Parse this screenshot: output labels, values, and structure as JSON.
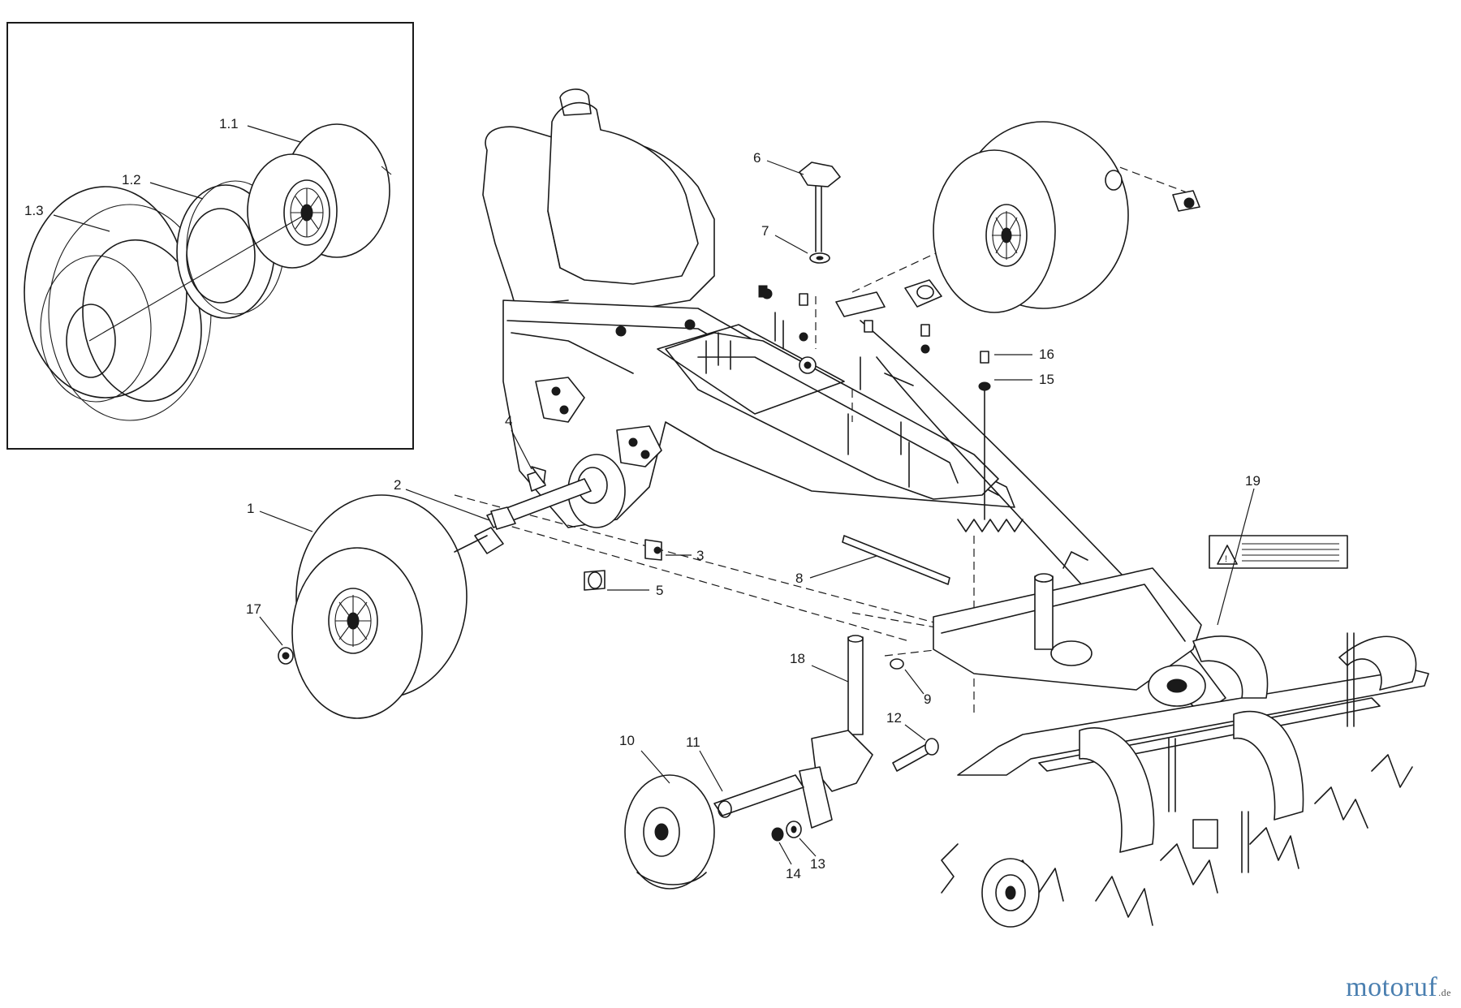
{
  "diagram": {
    "callouts": [
      {
        "id": "c1_1",
        "text": "1.1"
      },
      {
        "id": "c1_2",
        "text": "1.2"
      },
      {
        "id": "c1_3",
        "text": "1.3"
      },
      {
        "id": "c1",
        "text": "1"
      },
      {
        "id": "c2",
        "text": "2"
      },
      {
        "id": "c3",
        "text": "3"
      },
      {
        "id": "c4",
        "text": "4"
      },
      {
        "id": "c5",
        "text": "5"
      },
      {
        "id": "c6",
        "text": "6"
      },
      {
        "id": "c7",
        "text": "7"
      },
      {
        "id": "c8",
        "text": "8"
      },
      {
        "id": "c9",
        "text": "9"
      },
      {
        "id": "c10",
        "text": "10"
      },
      {
        "id": "c11",
        "text": "11"
      },
      {
        "id": "c12",
        "text": "12"
      },
      {
        "id": "c13",
        "text": "13"
      },
      {
        "id": "c14",
        "text": "14"
      },
      {
        "id": "c15",
        "text": "15"
      },
      {
        "id": "c16",
        "text": "16"
      },
      {
        "id": "c17",
        "text": "17"
      },
      {
        "id": "c18",
        "text": "18"
      },
      {
        "id": "c19",
        "text": "19"
      }
    ]
  },
  "watermark": {
    "brand": "motoruf",
    "suffix": ".de",
    "color": "#4a7fb0"
  }
}
